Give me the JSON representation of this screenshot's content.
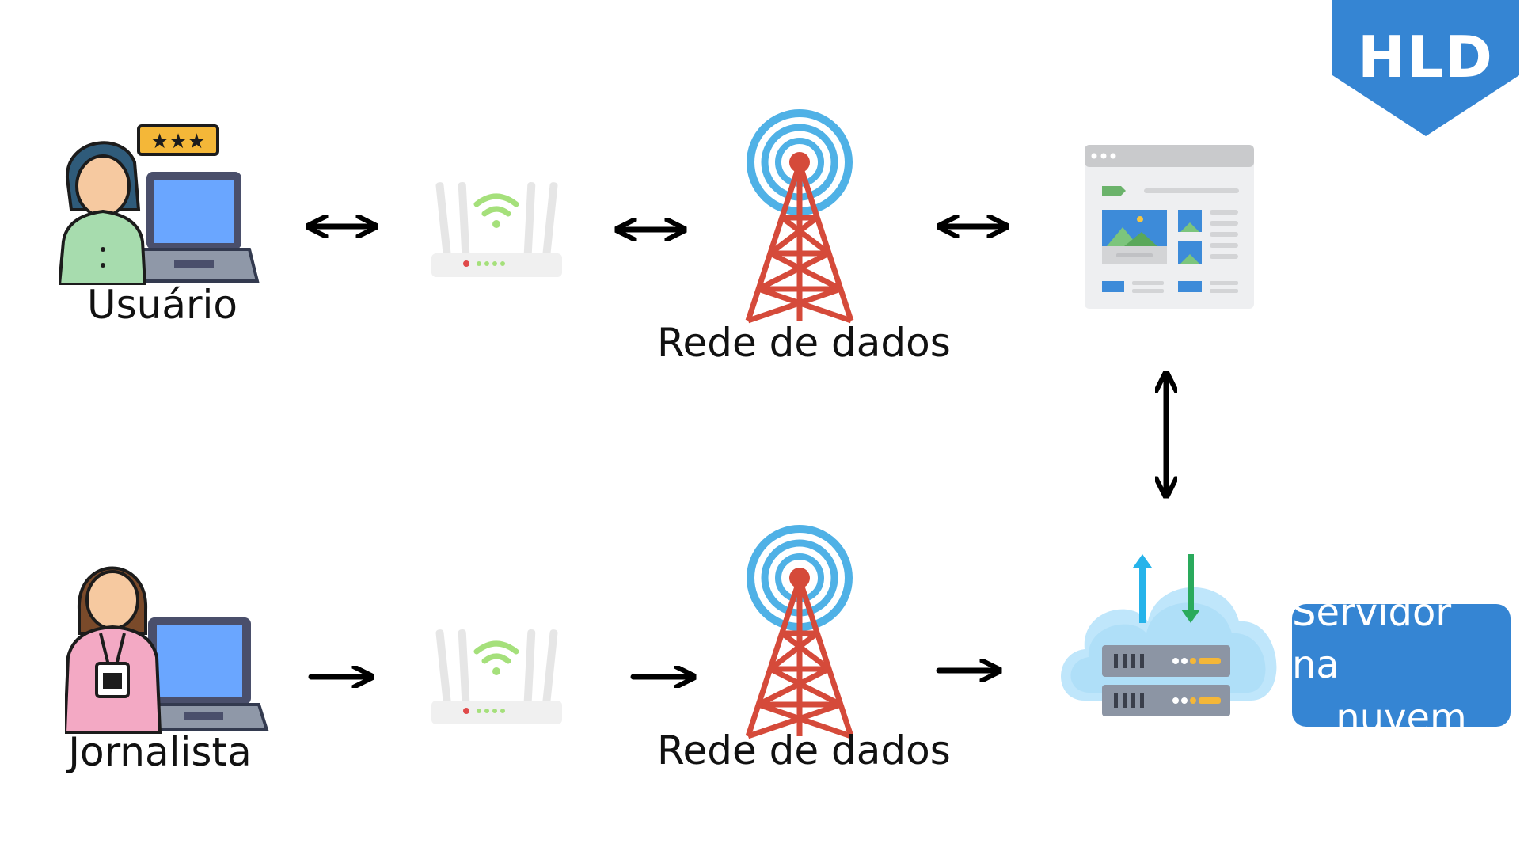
{
  "badge": {
    "label": "HLD",
    "color": "#3585d3"
  },
  "nodes": {
    "user": {
      "label": "Usuário",
      "icon": "user-with-laptop-icon"
    },
    "journalist": {
      "label": "Jornalista",
      "icon": "journalist-with-laptop-icon"
    },
    "router_top": {
      "icon": "wifi-router-icon"
    },
    "router_bottom": {
      "icon": "wifi-router-icon"
    },
    "tower_top": {
      "label": "Rede de dados",
      "icon": "cell-tower-icon"
    },
    "tower_bottom": {
      "label": "Rede de dados",
      "icon": "cell-tower-icon"
    },
    "website": {
      "icon": "web-page-icon"
    },
    "cloud_server": {
      "icon": "cloud-server-icon"
    },
    "server_box": {
      "line1": "Servidor na",
      "line2": "nuvem"
    }
  },
  "connections": [
    {
      "from": "user",
      "to": "router_top",
      "direction": "both"
    },
    {
      "from": "router_top",
      "to": "tower_top",
      "direction": "both"
    },
    {
      "from": "tower_top",
      "to": "website",
      "direction": "both"
    },
    {
      "from": "website",
      "to": "cloud_server",
      "direction": "both"
    },
    {
      "from": "journalist",
      "to": "router_bottom",
      "direction": "forward"
    },
    {
      "from": "router_bottom",
      "to": "tower_bottom",
      "direction": "forward"
    },
    {
      "from": "tower_bottom",
      "to": "cloud_server",
      "direction": "forward"
    }
  ]
}
